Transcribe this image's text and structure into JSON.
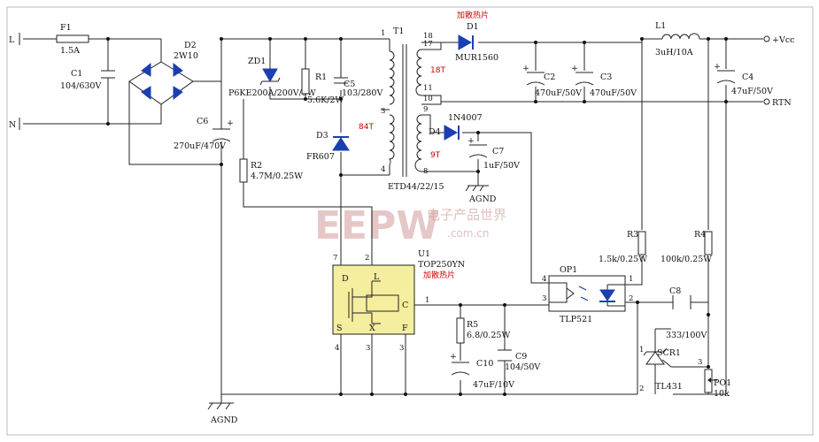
{
  "terminals": {
    "L": "L",
    "N": "N",
    "vcc": "+Vcc",
    "rtn": "RTN",
    "agnd_bottom": "AGND",
    "agnd_mid": "AGND"
  },
  "components": {
    "F1": {
      "ref": "F1",
      "value": "1.5A"
    },
    "C1": {
      "ref": "C1",
      "value": "104/630V"
    },
    "D2": {
      "ref": "D2",
      "value": "2W10"
    },
    "C6": {
      "ref": "C6",
      "value": "270uF/470V"
    },
    "ZD1": {
      "ref": "ZD1",
      "value": "P6KE200A/200V/5W"
    },
    "R1": {
      "ref": "R1",
      "value": "5.6K/2W"
    },
    "C5": {
      "ref": "C5",
      "value": "103/280V"
    },
    "D3": {
      "ref": "D3",
      "value": "FR607"
    },
    "R2": {
      "ref": "R2",
      "value": "4.7M/0.25W"
    },
    "T1": {
      "ref": "T1",
      "core": "ETD44/22/15",
      "primary_turns": "84T",
      "secondary_turns": "18T",
      "aux_turns": "9T"
    },
    "D1": {
      "ref": "D1",
      "value": "MUR1560",
      "note": "加散热片"
    },
    "D4": {
      "ref": "D4",
      "value": "1N4007"
    },
    "C7": {
      "ref": "C7",
      "value": "1uF/50V"
    },
    "C2": {
      "ref": "C2",
      "value": "470uF/50V"
    },
    "C3": {
      "ref": "C3",
      "value": "470uF/50V"
    },
    "L1": {
      "ref": "L1",
      "value": "3uH/10A"
    },
    "C4": {
      "ref": "C4",
      "value": "47uF/50V"
    },
    "R3": {
      "ref": "R3",
      "value": "1.5k/0.25W"
    },
    "R4": {
      "ref": "R4",
      "value": "100k/0.25W"
    },
    "U1": {
      "ref": "U1",
      "value": "TOP250YN",
      "note": "加散热片",
      "pin_D": "D",
      "pin_S": "S",
      "pin_C": "C",
      "pin_L": "L",
      "pin_X": "X",
      "pin_F": "F"
    },
    "OP1": {
      "ref": "OP1",
      "value": "TLP521"
    },
    "R5": {
      "ref": "R5",
      "value": "6.8/0.25W"
    },
    "C10": {
      "ref": "C10",
      "value": "47uF/10V"
    },
    "C9": {
      "ref": "C9",
      "value": "104/50V"
    },
    "C8": {
      "ref": "C8",
      "value": "333/100V"
    },
    "SCR1": {
      "ref": "SCR1",
      "value": "TL431"
    },
    "PO1": {
      "ref": "PO1",
      "value": "10k"
    }
  },
  "pins": {
    "t1_p1": "1",
    "t1_p3": "3",
    "t1_p4": "4",
    "t1_s17": "17",
    "t1_s18": "18",
    "t1_s11": "11",
    "t1_s10": "10",
    "t1_a9": "9",
    "t1_a8": "8",
    "u1_7": "7",
    "u1_2": "2",
    "u1_1": "1",
    "u1_4": "4",
    "u1_3a": "3",
    "u1_3b": "3",
    "op_4": "4",
    "op_3": "3",
    "op_1": "1",
    "op_2": "2",
    "scr_1": "1",
    "scr_2": "2",
    "scr_3": "3"
  },
  "watermark": {
    "logo": "EEPW",
    "url": ".com.cn",
    "cn": "电子产品世界"
  }
}
